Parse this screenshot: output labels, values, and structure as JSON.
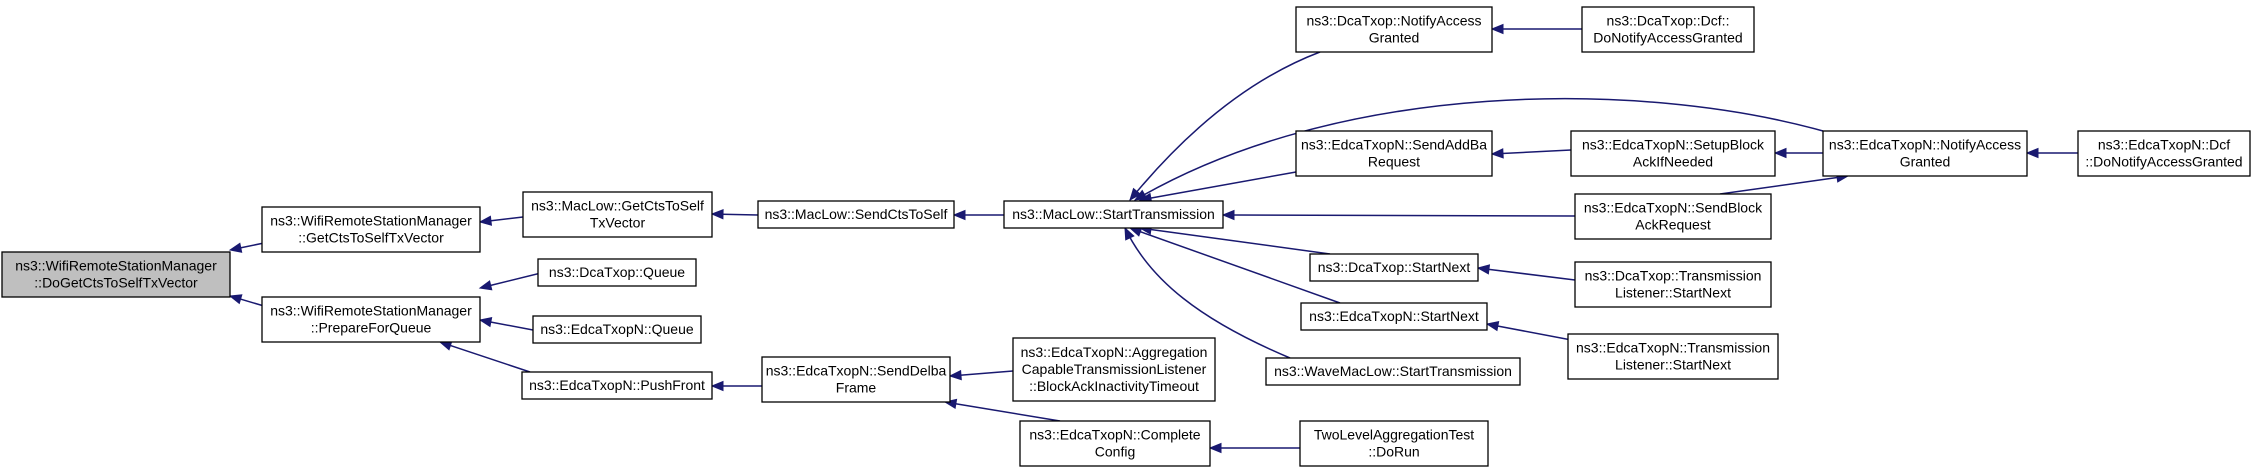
{
  "graph": {
    "nodes": [
      {
        "id": "root",
        "lines": [
          "ns3::WifiRemoteStationManager",
          "::DoGetCtsToSelfTxVector"
        ],
        "root": true
      },
      {
        "id": "getcts",
        "lines": [
          "ns3::WifiRemoteStationManager",
          "::GetCtsToSelfTxVector"
        ]
      },
      {
        "id": "prepare",
        "lines": [
          "ns3::WifiRemoteStationManager",
          "::PrepareForQueue"
        ]
      },
      {
        "id": "maclow_getcts",
        "lines": [
          "ns3::MacLow::GetCtsToSelf",
          "TxVector"
        ]
      },
      {
        "id": "sendcts",
        "lines": [
          "ns3::MacLow::SendCtsToSelf"
        ]
      },
      {
        "id": "starttx",
        "lines": [
          "ns3::MacLow::StartTransmission"
        ]
      },
      {
        "id": "dca_notify",
        "lines": [
          "ns3::DcaTxop::NotifyAccess",
          "Granted"
        ]
      },
      {
        "id": "dca_dcf",
        "lines": [
          "ns3::DcaTxop::Dcf::",
          "DoNotifyAccessGranted"
        ]
      },
      {
        "id": "sendaddba",
        "lines": [
          "ns3::EdcaTxopN::SendAddBa",
          "Request"
        ]
      },
      {
        "id": "setupblock",
        "lines": [
          "ns3::EdcaTxopN::SetupBlock",
          "AckIfNeeded"
        ]
      },
      {
        "id": "edca_notify",
        "lines": [
          "ns3::EdcaTxopN::NotifyAccess",
          "Granted"
        ]
      },
      {
        "id": "edca_dcf",
        "lines": [
          "ns3::EdcaTxopN::Dcf",
          "::DoNotifyAccessGranted"
        ]
      },
      {
        "id": "sendblock",
        "lines": [
          "ns3::EdcaTxopN::SendBlock",
          "AckRequest"
        ]
      },
      {
        "id": "dca_startnext",
        "lines": [
          "ns3::DcaTxop::StartNext"
        ]
      },
      {
        "id": "dca_tl",
        "lines": [
          "ns3::DcaTxop::Transmission",
          "Listener::StartNext"
        ]
      },
      {
        "id": "edca_startnext",
        "lines": [
          "ns3::EdcaTxopN::StartNext"
        ]
      },
      {
        "id": "edca_tl",
        "lines": [
          "ns3::EdcaTxopN::Transmission",
          "Listener::StartNext"
        ]
      },
      {
        "id": "wave",
        "lines": [
          "ns3::WaveMacLow::StartTransmission"
        ]
      },
      {
        "id": "dca_queue",
        "lines": [
          "ns3::DcaTxop::Queue"
        ]
      },
      {
        "id": "edca_queue",
        "lines": [
          "ns3::EdcaTxopN::Queue"
        ]
      },
      {
        "id": "pushfront",
        "lines": [
          "ns3::EdcaTxopN::PushFront"
        ]
      },
      {
        "id": "senddelba",
        "lines": [
          "ns3::EdcaTxopN::SendDelba",
          "Frame"
        ]
      },
      {
        "id": "aggregation",
        "lines": [
          "ns3::EdcaTxopN::Aggregation",
          "CapableTransmissionListener",
          "::BlockAckInactivityTimeout"
        ]
      },
      {
        "id": "complete",
        "lines": [
          "ns3::EdcaTxopN::Complete",
          "Config"
        ]
      },
      {
        "id": "twolevel",
        "lines": [
          "TwoLevelAggregationTest",
          "::DoRun"
        ]
      }
    ],
    "edges": [
      {
        "from": "getcts",
        "to": "root"
      },
      {
        "from": "prepare",
        "to": "root"
      },
      {
        "from": "maclow_getcts",
        "to": "getcts"
      },
      {
        "from": "sendcts",
        "to": "maclow_getcts"
      },
      {
        "from": "starttx",
        "to": "sendcts"
      },
      {
        "from": "dca_notify",
        "to": "starttx"
      },
      {
        "from": "dca_dcf",
        "to": "dca_notify"
      },
      {
        "from": "edca_notify",
        "to": "starttx"
      },
      {
        "from": "sendaddba",
        "to": "starttx"
      },
      {
        "from": "setupblock",
        "to": "sendaddba"
      },
      {
        "from": "edca_notify",
        "to": "setupblock"
      },
      {
        "from": "edca_dcf",
        "to": "edca_notify"
      },
      {
        "from": "sendblock",
        "to": "starttx"
      },
      {
        "from": "sendblock",
        "to": "edca_notify"
      },
      {
        "from": "dca_startnext",
        "to": "starttx"
      },
      {
        "from": "dca_tl",
        "to": "dca_startnext"
      },
      {
        "from": "edca_startnext",
        "to": "starttx"
      },
      {
        "from": "edca_tl",
        "to": "edca_startnext"
      },
      {
        "from": "wave",
        "to": "starttx"
      },
      {
        "from": "dca_queue",
        "to": "prepare"
      },
      {
        "from": "edca_queue",
        "to": "prepare"
      },
      {
        "from": "pushfront",
        "to": "prepare"
      },
      {
        "from": "senddelba",
        "to": "pushfront"
      },
      {
        "from": "aggregation",
        "to": "senddelba"
      },
      {
        "from": "complete",
        "to": "senddelba"
      },
      {
        "from": "twolevel",
        "to": "complete"
      }
    ]
  }
}
